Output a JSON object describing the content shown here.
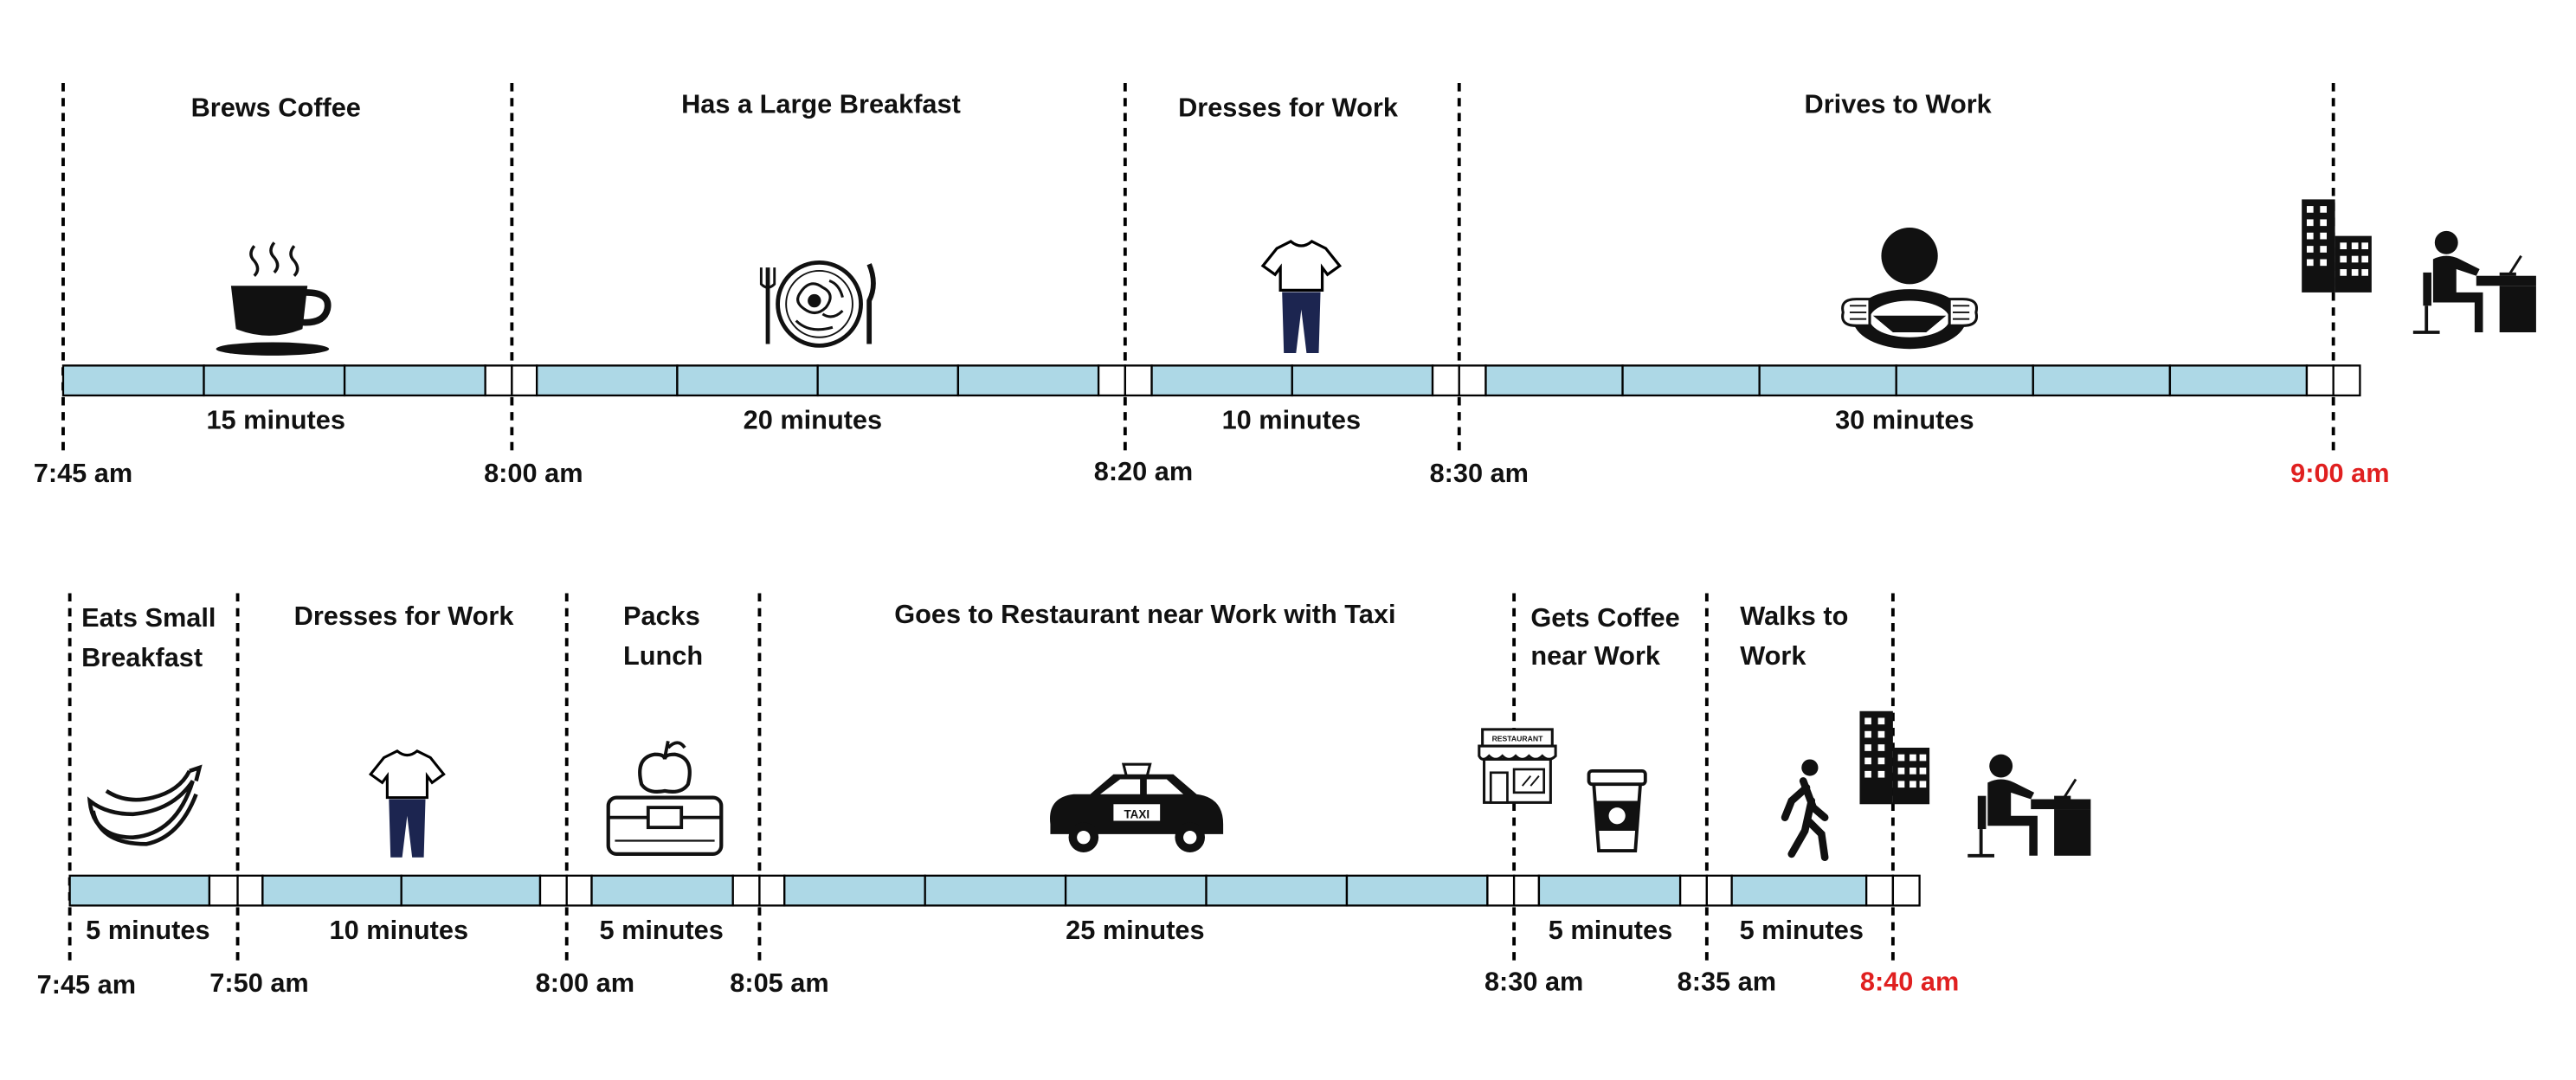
{
  "colors": {
    "segment_fill": "#add8e6",
    "gap_fill": "#ffffff",
    "outline": "#000000",
    "text": "#111111",
    "arrival_time": "#e02020"
  },
  "timeline1": {
    "activities": [
      {
        "label": [
          "Brews Coffee"
        ],
        "duration": "15 minutes",
        "icon": "coffee-cup-icon"
      },
      {
        "label": [
          "Has a Large Breakfast"
        ],
        "duration": "20 minutes",
        "icon": "breakfast-plate-icon"
      },
      {
        "label": [
          "Dresses for Work"
        ],
        "duration": "10 minutes",
        "icon": "clothes-icon"
      },
      {
        "label": [
          "Drives to Work"
        ],
        "duration": "30 minutes",
        "icon": "driver-steering-wheel-icon"
      }
    ],
    "times": [
      "7:45 am",
      "8:00 am",
      "8:20 am",
      "8:30 am",
      "9:00 am"
    ],
    "destination_icons": [
      "office-building-icon",
      "person-at-desk-icon"
    ]
  },
  "timeline2": {
    "activities": [
      {
        "label": [
          "Eats Small",
          "Breakfast"
        ],
        "duration": "5 minutes",
        "icon": "bananas-icon"
      },
      {
        "label": [
          "Dresses for Work"
        ],
        "duration": "10 minutes",
        "icon": "clothes-icon"
      },
      {
        "label": [
          "Packs",
          "Lunch"
        ],
        "duration": "5 minutes",
        "icon": "lunchbox-apple-icon"
      },
      {
        "label": [
          "Goes to Restaurant near Work with Taxi"
        ],
        "duration": "25 minutes",
        "icon": "taxi-icon"
      },
      {
        "label": [
          "Gets Coffee",
          "near Work"
        ],
        "duration": "5 minutes",
        "icon": "coffee-to-go-icon"
      },
      {
        "label": [
          "Walks to",
          "Work"
        ],
        "duration": "5 minutes",
        "icon": "walking-person-icon"
      }
    ],
    "times": [
      "7:45 am",
      "7:50 am",
      "8:00 am",
      "8:05 am",
      "8:30 am",
      "8:35 am",
      "8:40 am"
    ],
    "extra_icons": [
      "restaurant-storefront-icon"
    ],
    "destination_icons": [
      "office-building-icon",
      "person-at-desk-icon"
    ],
    "restaurant_sign": "RESTAURANT",
    "taxi_sign": "TAXI"
  }
}
